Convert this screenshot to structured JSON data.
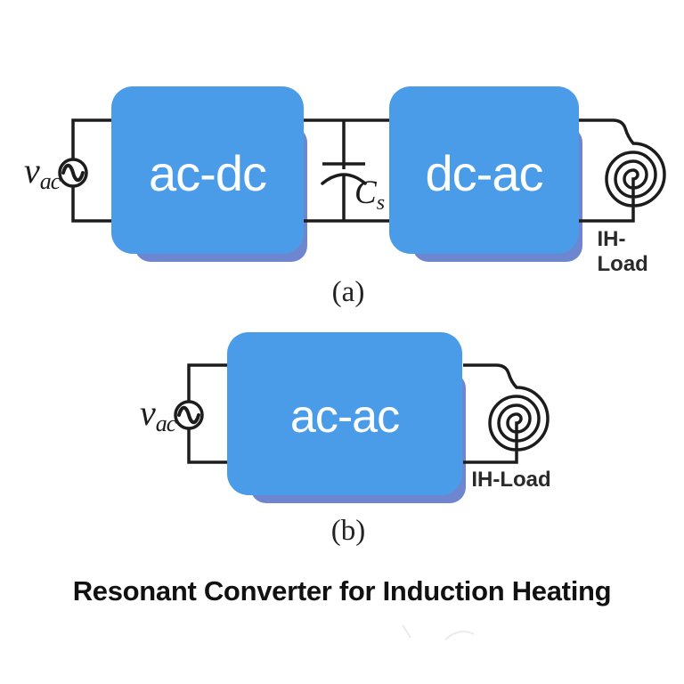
{
  "figure": {
    "caption": "Resonant Converter for Induction Heating",
    "colors": {
      "block_blue": "#4b9ce8",
      "block_shadow": "#6e86d0",
      "wire_black": "#1c1c1c",
      "block_text": "#fdfeff"
    },
    "panel_a": {
      "label": "(a)",
      "source": {
        "symbol": "v",
        "subscript": "ac"
      },
      "blocks": [
        {
          "label": "ac-dc"
        },
        {
          "label": "dc-ac"
        }
      ],
      "capacitor": {
        "symbol": "C",
        "subscript": "s"
      },
      "load_label": "IH-Load"
    },
    "panel_b": {
      "label": "(b)",
      "source": {
        "symbol": "v",
        "subscript": "ac"
      },
      "blocks": [
        {
          "label": "ac-ac"
        }
      ],
      "load_label": "IH-Load"
    }
  }
}
